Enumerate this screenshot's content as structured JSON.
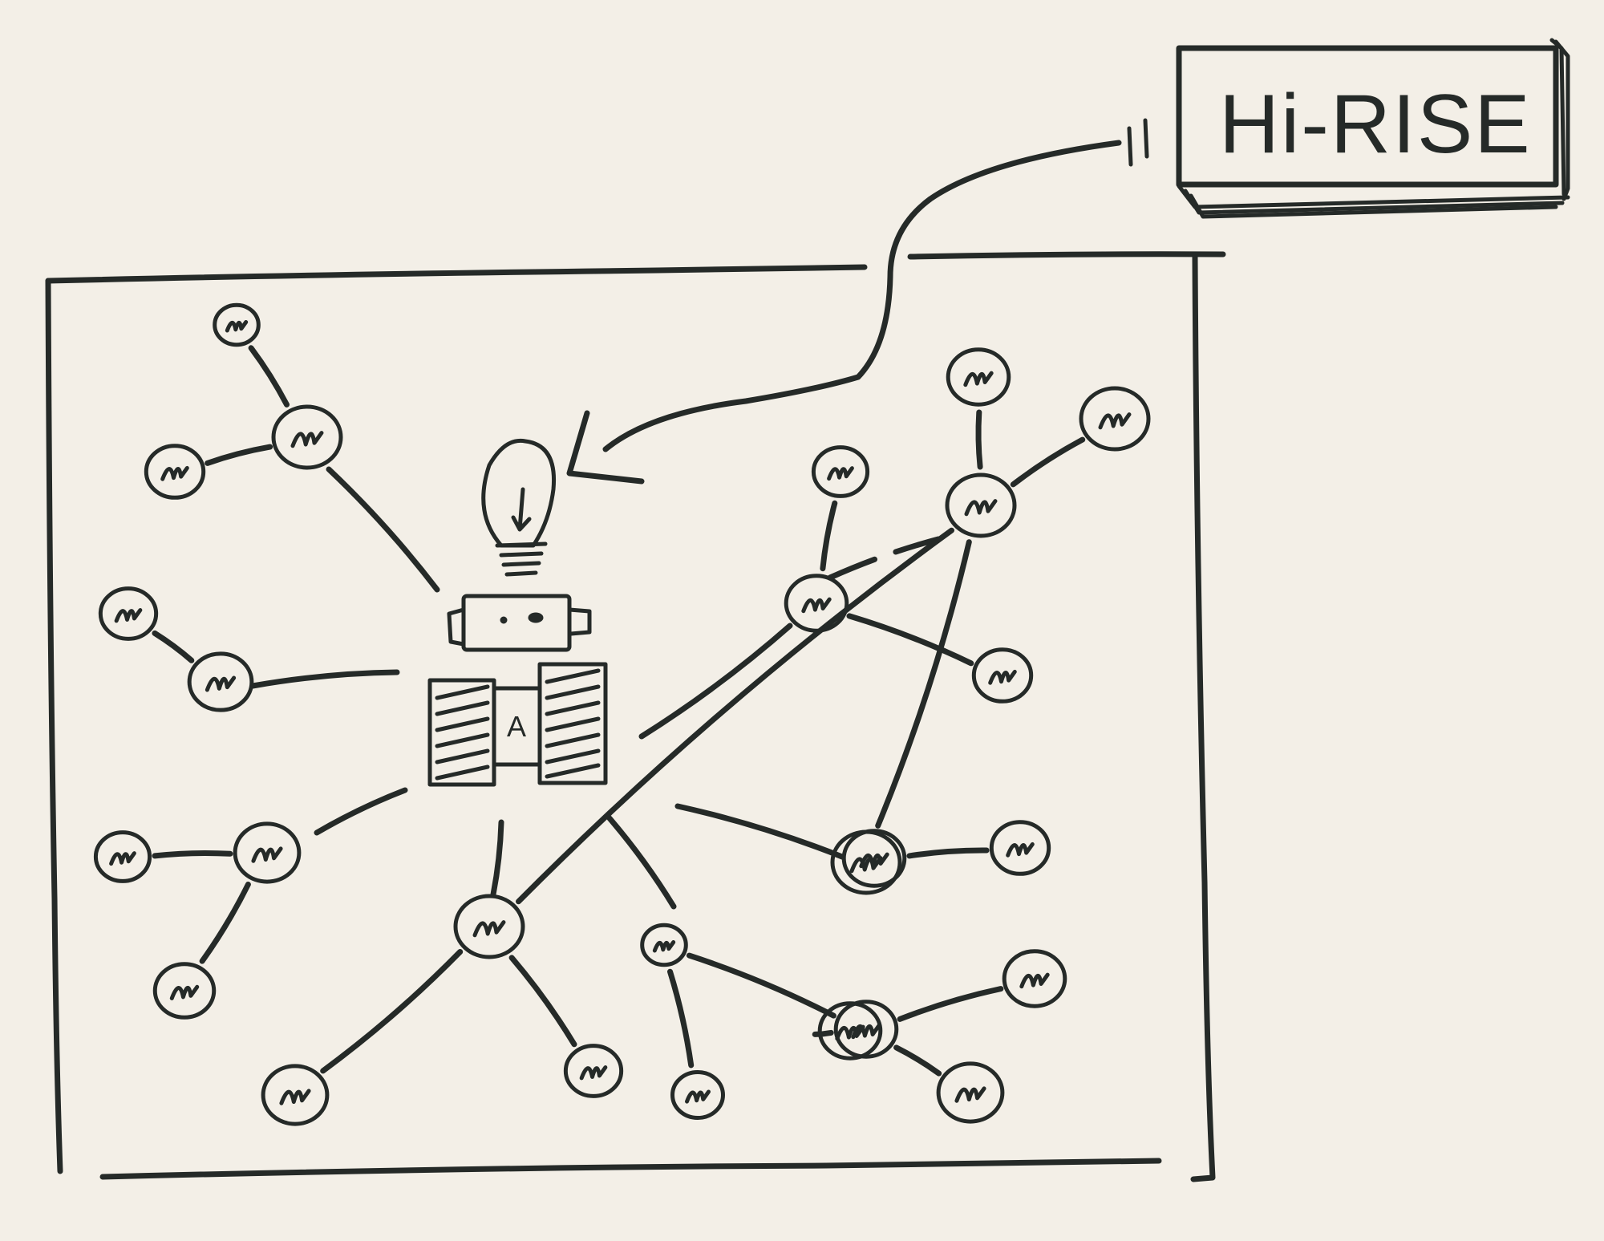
{
  "hi_rise_label": "Hi-RISE",
  "ink_color": "#252a28",
  "paper_color": "#f3efe7",
  "icons": {
    "signal": "signal-waves-icon",
    "lightbulb": "lightbulb-icon",
    "rover": "rover-icon"
  },
  "nodes": [
    {
      "id": "n1",
      "dark": false
    },
    {
      "id": "n2",
      "dark": false
    },
    {
      "id": "n3",
      "dark": false
    },
    {
      "id": "n4",
      "dark": false
    },
    {
      "id": "n5",
      "dark": false
    },
    {
      "id": "n6",
      "dark": false
    },
    {
      "id": "n7",
      "dark": false
    },
    {
      "id": "n8",
      "dark": false
    },
    {
      "id": "n9",
      "dark": false
    },
    {
      "id": "n10",
      "dark": false
    },
    {
      "id": "n11",
      "dark": false
    },
    {
      "id": "n12",
      "dark": false
    },
    {
      "id": "n13",
      "dark": false
    },
    {
      "id": "n14",
      "dark": false
    },
    {
      "id": "n15",
      "dark": true
    },
    {
      "id": "n16",
      "dark": true
    },
    {
      "id": "n17",
      "dark": false
    },
    {
      "id": "n18",
      "dark": false
    },
    {
      "id": "n19",
      "dark": false
    },
    {
      "id": "n20",
      "dark": false
    },
    {
      "id": "n21",
      "dark": false
    },
    {
      "id": "n22",
      "dark": false
    },
    {
      "id": "n23",
      "dark": false
    },
    {
      "id": "n24",
      "dark": false
    },
    {
      "id": "n25",
      "dark": false
    },
    {
      "id": "n26",
      "dark": false
    },
    {
      "id": "n27",
      "dark": false
    },
    {
      "id": "n28",
      "dark": false
    }
  ],
  "edges": [
    [
      "n1",
      "n2"
    ],
    [
      "n3",
      "n2"
    ],
    [
      "n2",
      "rover"
    ],
    [
      "n4",
      "n5"
    ],
    [
      "n5",
      "rover"
    ],
    [
      "n8",
      "n6"
    ],
    [
      "n6",
      "rover"
    ],
    [
      "n6",
      "n7"
    ],
    [
      "n9",
      "rover"
    ],
    [
      "n9",
      "n10"
    ],
    [
      "n9",
      "n11"
    ],
    [
      "n22",
      "n9"
    ],
    [
      "rover",
      "n22"
    ],
    [
      "n22",
      "n21"
    ],
    [
      "n22",
      "n23"
    ],
    [
      "n23",
      "n26"
    ],
    [
      "n23",
      "n27"
    ],
    [
      "n23",
      "n28"
    ],
    [
      "rover",
      "n12"
    ],
    [
      "n12",
      "n13"
    ],
    [
      "n12",
      "n17"
    ],
    [
      "n12",
      "n18"
    ],
    [
      "n17",
      "n14"
    ],
    [
      "n17",
      "n15"
    ],
    [
      "n17",
      "n16"
    ],
    [
      "rover",
      "n19"
    ],
    [
      "n19",
      "n20"
    ]
  ]
}
